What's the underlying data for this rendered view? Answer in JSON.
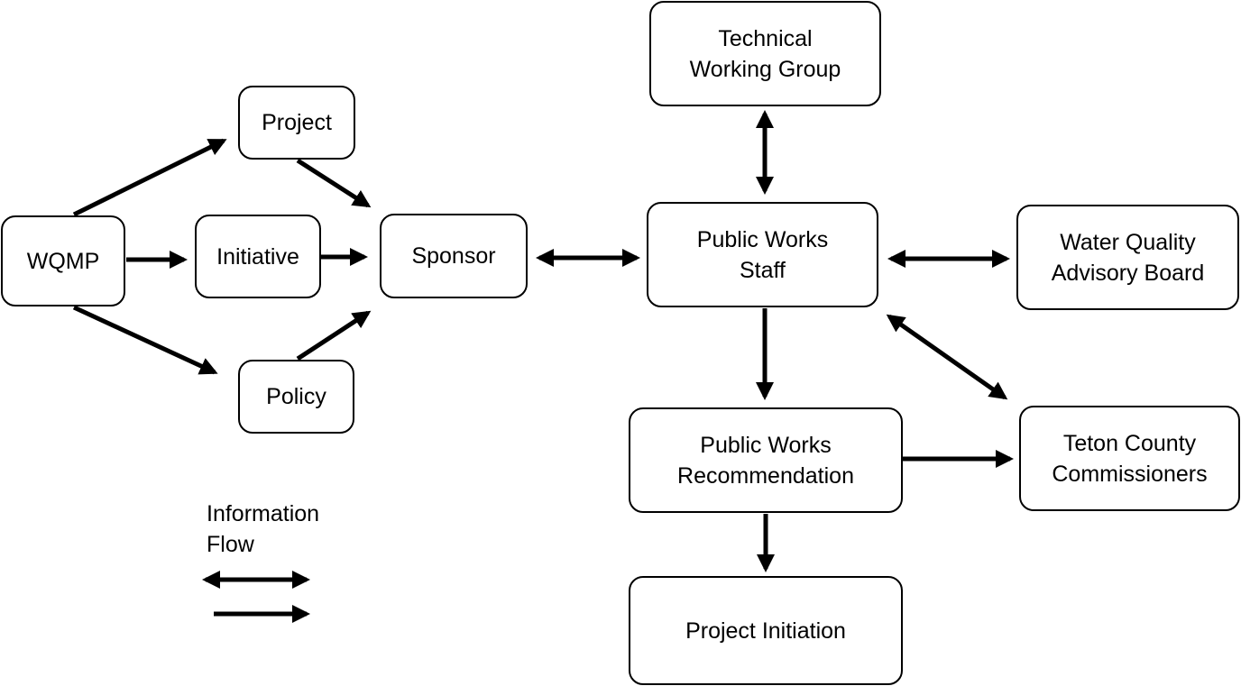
{
  "nodes": {
    "wqmp": "WQMP",
    "project": "Project",
    "initiative": "Initiative",
    "policy": "Policy",
    "sponsor": "Sponsor",
    "technical_working_group": "Technical\nWorking Group",
    "public_works_staff": "Public Works\nStaff",
    "water_quality_advisory_board": "Water Quality\nAdvisory Board",
    "public_works_recommendation": "Public Works\nRecommendation",
    "teton_county_commissioners": "Teton County\nCommissioners",
    "project_initiation": "Project Initiation"
  },
  "legend": {
    "title": "Information\nFlow"
  },
  "colors": {
    "stroke": "#000000",
    "background": "#ffffff"
  },
  "edges": [
    {
      "from": "wqmp",
      "to": "project",
      "direction": "forward"
    },
    {
      "from": "wqmp",
      "to": "initiative",
      "direction": "forward"
    },
    {
      "from": "wqmp",
      "to": "policy",
      "direction": "forward"
    },
    {
      "from": "project",
      "to": "sponsor",
      "direction": "forward"
    },
    {
      "from": "initiative",
      "to": "sponsor",
      "direction": "forward"
    },
    {
      "from": "policy",
      "to": "sponsor",
      "direction": "forward"
    },
    {
      "from": "sponsor",
      "to": "public_works_staff",
      "direction": "both"
    },
    {
      "from": "technical_working_group",
      "to": "public_works_staff",
      "direction": "both"
    },
    {
      "from": "public_works_staff",
      "to": "water_quality_advisory_board",
      "direction": "both"
    },
    {
      "from": "public_works_staff",
      "to": "teton_county_commissioners",
      "direction": "both"
    },
    {
      "from": "public_works_staff",
      "to": "public_works_recommendation",
      "direction": "forward"
    },
    {
      "from": "public_works_recommendation",
      "to": "teton_county_commissioners",
      "direction": "forward"
    },
    {
      "from": "public_works_recommendation",
      "to": "project_initiation",
      "direction": "forward"
    }
  ]
}
